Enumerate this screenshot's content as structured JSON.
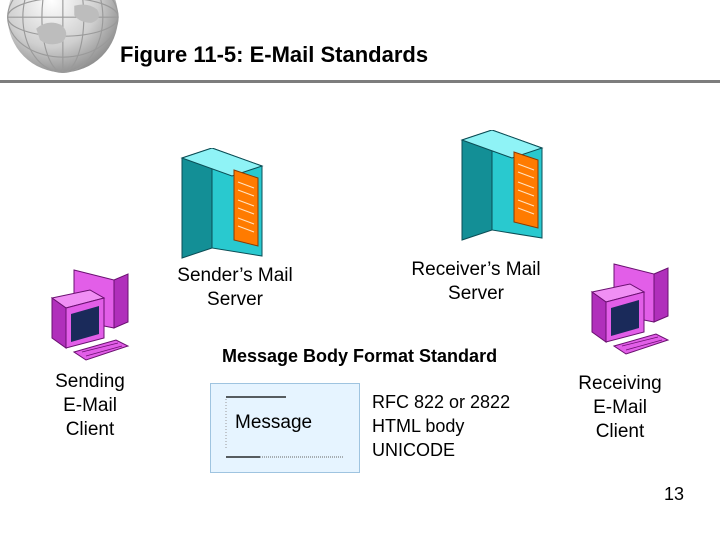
{
  "title": "Figure 11-5: E-Mail Standards",
  "sender_server_label": "Sender’s Mail\nServer",
  "receiver_server_label": "Receiver’s Mail\nServer",
  "sending_client_label": "Sending\nE-Mail\nClient",
  "receiving_client_label": "Receiving\nE-Mail\nClient",
  "standard_heading": "Message Body Format Standard",
  "message_label": "Message",
  "standards": [
    "RFC 822 or 2822",
    "HTML body",
    "UNICODE"
  ],
  "page_number": "13",
  "colors": {
    "server_front": "#29c9cf",
    "server_side": "#138f96",
    "server_panel": "#ff7b00",
    "computer_body": "#e25ee8",
    "computer_dark": "#b02fbb",
    "screen": "#1a2a5a",
    "message_box": "#e6f4ff",
    "title_rule": "#7d7d7d"
  },
  "icons": [
    "globe-icon",
    "server-icon",
    "computer-icon"
  ]
}
